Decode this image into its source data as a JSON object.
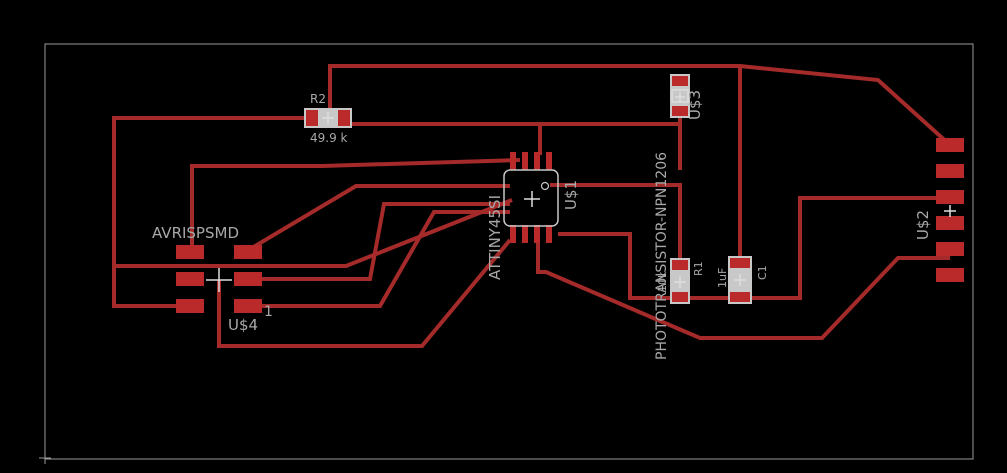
{
  "colors": {
    "background": "#000000",
    "trace": "#a52a2a",
    "pad": "#bb2a2a",
    "outline": "#9a9a9a",
    "silkscreen": "#a8a8a8",
    "package_body": "#c8c8c8"
  },
  "components": {
    "r2": {
      "name": "R2",
      "value": "49.9 k"
    },
    "u3": {
      "name": "U$3",
      "package": "PHOTOTRANSISTOR-NPN1206"
    },
    "u1": {
      "name": "U$1",
      "package": "ATTINY45SI"
    },
    "r1": {
      "name": "R1",
      "value": "10k"
    },
    "c1": {
      "name": "C1",
      "value": "1uF"
    },
    "u2": {
      "name": "U$2"
    },
    "u4": {
      "name": "U$4",
      "package": "AVRISPSMD",
      "pin1": "1"
    }
  }
}
